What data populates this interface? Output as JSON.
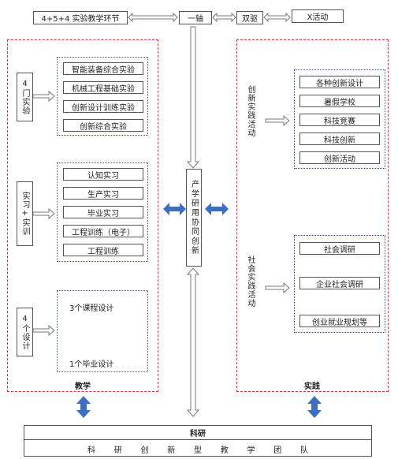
{
  "top": {
    "model": "4+5+4 实验教学环节",
    "axis": "一轴",
    "drive": "双驱",
    "activity": "X活动"
  },
  "teaching": {
    "title": "教学",
    "exp_label": "4门实验",
    "exp_items": [
      "智能装备综合实验",
      "机械工程基础实验",
      "创新设计训练实验",
      "创新综合实验"
    ],
    "intern_label": "实习+实训",
    "intern_items": [
      "认知实习",
      "生产实习",
      "毕业实习",
      "工程训练（电子）",
      "工程训练"
    ],
    "design_label": "4个设计",
    "design_items": [
      "3个课程设计",
      "1个毕业设计"
    ]
  },
  "center": {
    "label": "产学研用协同创新"
  },
  "practice": {
    "title": "实践",
    "innov_label": "创新实践活动",
    "innov_items": [
      "各种创新设计",
      "暑假学校",
      "科技竞赛",
      "科技创新",
      "创新活动"
    ],
    "social_label": "社会实践活动",
    "social_items": [
      "社会调研",
      "企业社会调研",
      "创业就业规划等"
    ]
  },
  "bottom": {
    "title": "科研",
    "team_chars": [
      "科",
      "研",
      "创",
      "新",
      "型",
      "教",
      "学",
      "团",
      "队"
    ]
  },
  "colors": {
    "dashed_border": "#e0302a",
    "dotted_border": "#3b4fa3",
    "arrow_blue": "#3a6fc4"
  }
}
